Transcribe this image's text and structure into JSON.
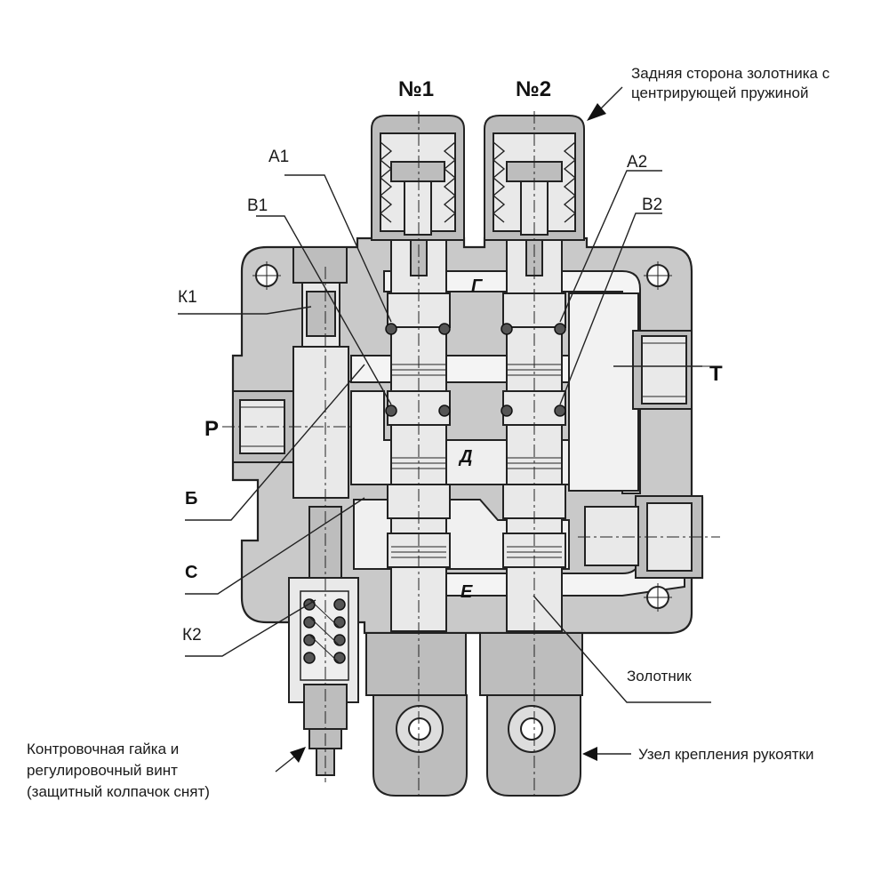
{
  "diagram": {
    "spools": [
      {
        "number": "№1"
      },
      {
        "number": "№2"
      }
    ],
    "ports": {
      "p": "P",
      "t": "T"
    },
    "channels": {
      "g": "Г",
      "d": "Д",
      "e": "Е"
    },
    "callouts": {
      "a1": "А1",
      "b1": "В1",
      "k1": "К1",
      "b_letter": "Б",
      "c_letter": "С",
      "k2": "К2",
      "a2": "А2",
      "b2": "В2",
      "spool": "Золотник",
      "rear_side_line1": "Задняя сторона золотника с",
      "rear_side_line2": "центрирующей пружиной",
      "handle_mount": "Узел крепления рукоятки",
      "locknut_line1": "Контровочная гайка и",
      "locknut_line2": "регулировочный винт",
      "locknut_line3": "(защитный колпачок снят)"
    }
  }
}
